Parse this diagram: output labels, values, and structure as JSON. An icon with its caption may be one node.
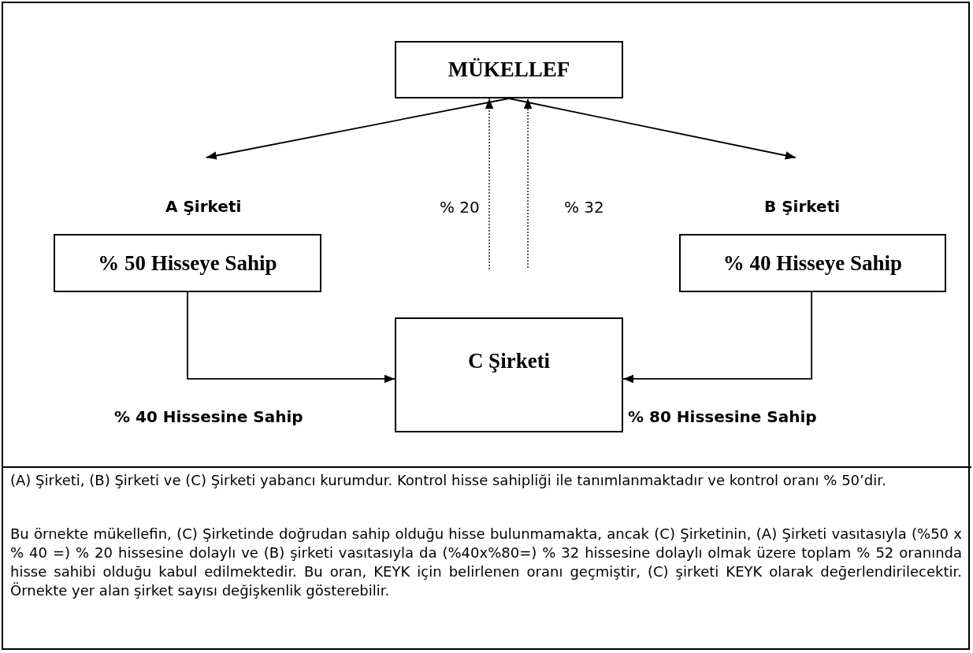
{
  "diagram": {
    "nodes": [
      {
        "text": [
          "MÜKELLEF"
        ]
      },
      {
        "text": [
          "A Şirketi",
          "% 50 Hisseye Sahip"
        ]
      },
      {
        "text": [
          "B Şirketi",
          "% 40 Hisseye Sahip"
        ]
      },
      {
        "text": [
          "C Şirketi"
        ]
      }
    ],
    "edges": [
      {
        "from": 0,
        "to": 1,
        "arrow": "to"
      },
      {
        "from": 0,
        "to": 2,
        "arrow": "to"
      },
      {
        "from": null,
        "to": 0,
        "arrow": "to",
        "label": "% 20",
        "style": "dashed"
      },
      {
        "from": null,
        "to": 0,
        "arrow": "to",
        "label": "% 32",
        "style": "dashed"
      },
      {
        "from": 1,
        "to": 3,
        "arrow": "to",
        "label": "% 40 Hissesine Sahip"
      },
      {
        "from": 2,
        "to": 3,
        "arrow": "to",
        "label": "% 80 Hissesine Sahip"
      }
    ],
    "labels": [
      "(A) Şirketi, (B) Şirketi ve (C) Şirketi yabancı kurumdur. Kontrol hisse sahipliği ile tanımlanmaktadır ve kontrol oranı % 50’dir.",
      "Bu örnekte mükellefin, (C) Şirketinde doğrudan sahip olduğu hisse bulunmamakta, ancak (C) Şirketinin, (A) Şirketi vasıtasıyla (%50 x % 40 =) % 20 hissesine dolaylı ve (B) şirketi vasıtasıyla da (%40x%80=) % 32 hissesine dolaylı olmak üzere toplam % 52 oranında hisse sahibi olduğu kabul edilmektedir. Bu oran, KEYK için belirlenen oranı geçmiştir, (C) şirketi KEYK olarak değerlendirilecektir. Örnekte yer alan şirket sayısı değişkenlik gösterebilir."
    ]
  }
}
